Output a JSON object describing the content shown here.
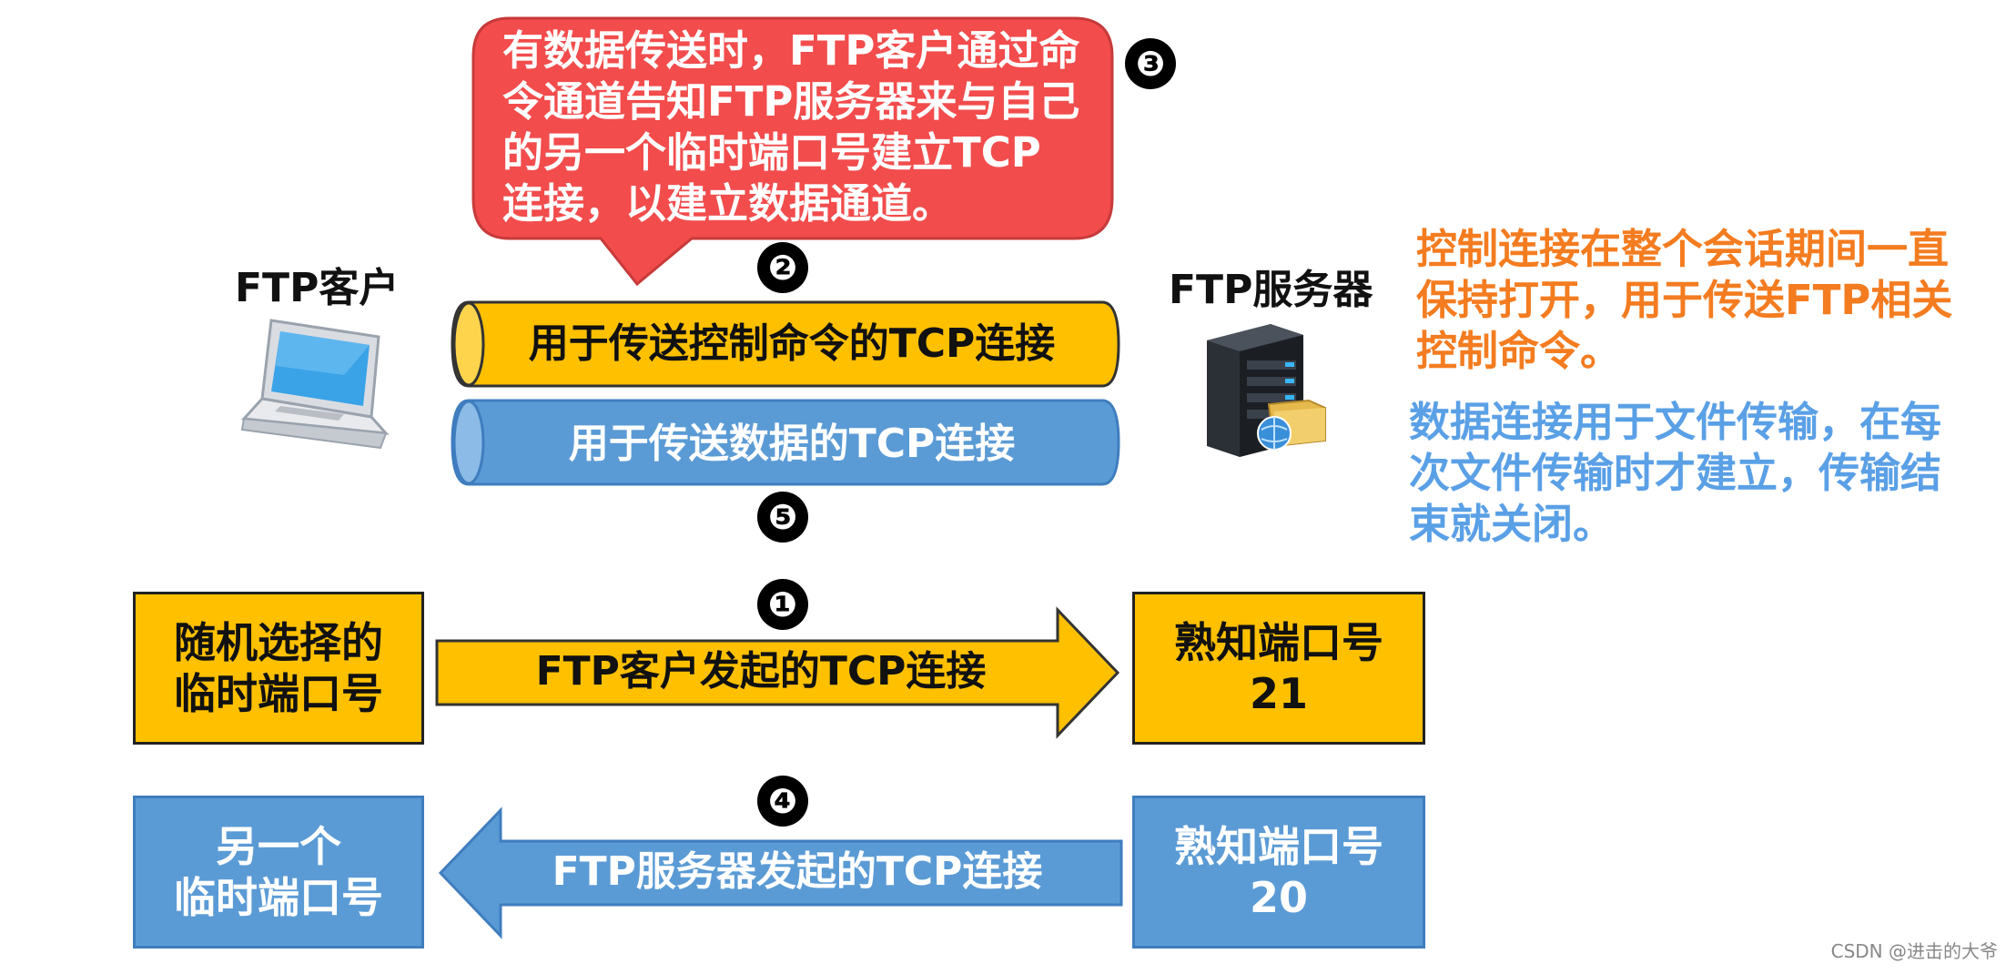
{
  "bubble": {
    "text": "有数据传送时，FTP客户通过命\n令通道告知FTP服务器来与自己\n的另一个临时端口号建立TCP\n连接，以建立数据通道。"
  },
  "steps": {
    "s1": "❶",
    "s2": "❷",
    "s3": "❸",
    "s4": "❹",
    "s5": "❺"
  },
  "client": {
    "label": "FTP客户"
  },
  "server": {
    "label": "FTP服务器"
  },
  "tubes": {
    "control": "用于传送控制命令的TCP连接",
    "data": "用于传送数据的TCP连接"
  },
  "notes": {
    "control": "控制连接在整个会话期间一直\n保持打开，用于传送FTP相关\n控制命令。",
    "data": "数据连接用于文件传输，在每\n次文件传输时才建立，传输结\n束就关闭。"
  },
  "ports": {
    "client_random": "随机选择的\n临时端口号",
    "server_21": "熟知端口号\n21",
    "client_other": "另一个\n临时端口号",
    "server_20": "熟知端口号\n20"
  },
  "arrows": {
    "client_init": "FTP客户发起的TCP连接",
    "server_init": "FTP服务器发起的TCP连接"
  },
  "watermark": "CSDN @进击的大爷",
  "colors": {
    "bubble": "#f05050",
    "yellow": "#ffc000",
    "blue": "#5b9bd5",
    "orange_text": "#f47c20",
    "blue_text": "#5aa0e6"
  },
  "icons": [
    "laptop-icon",
    "server-icon"
  ]
}
